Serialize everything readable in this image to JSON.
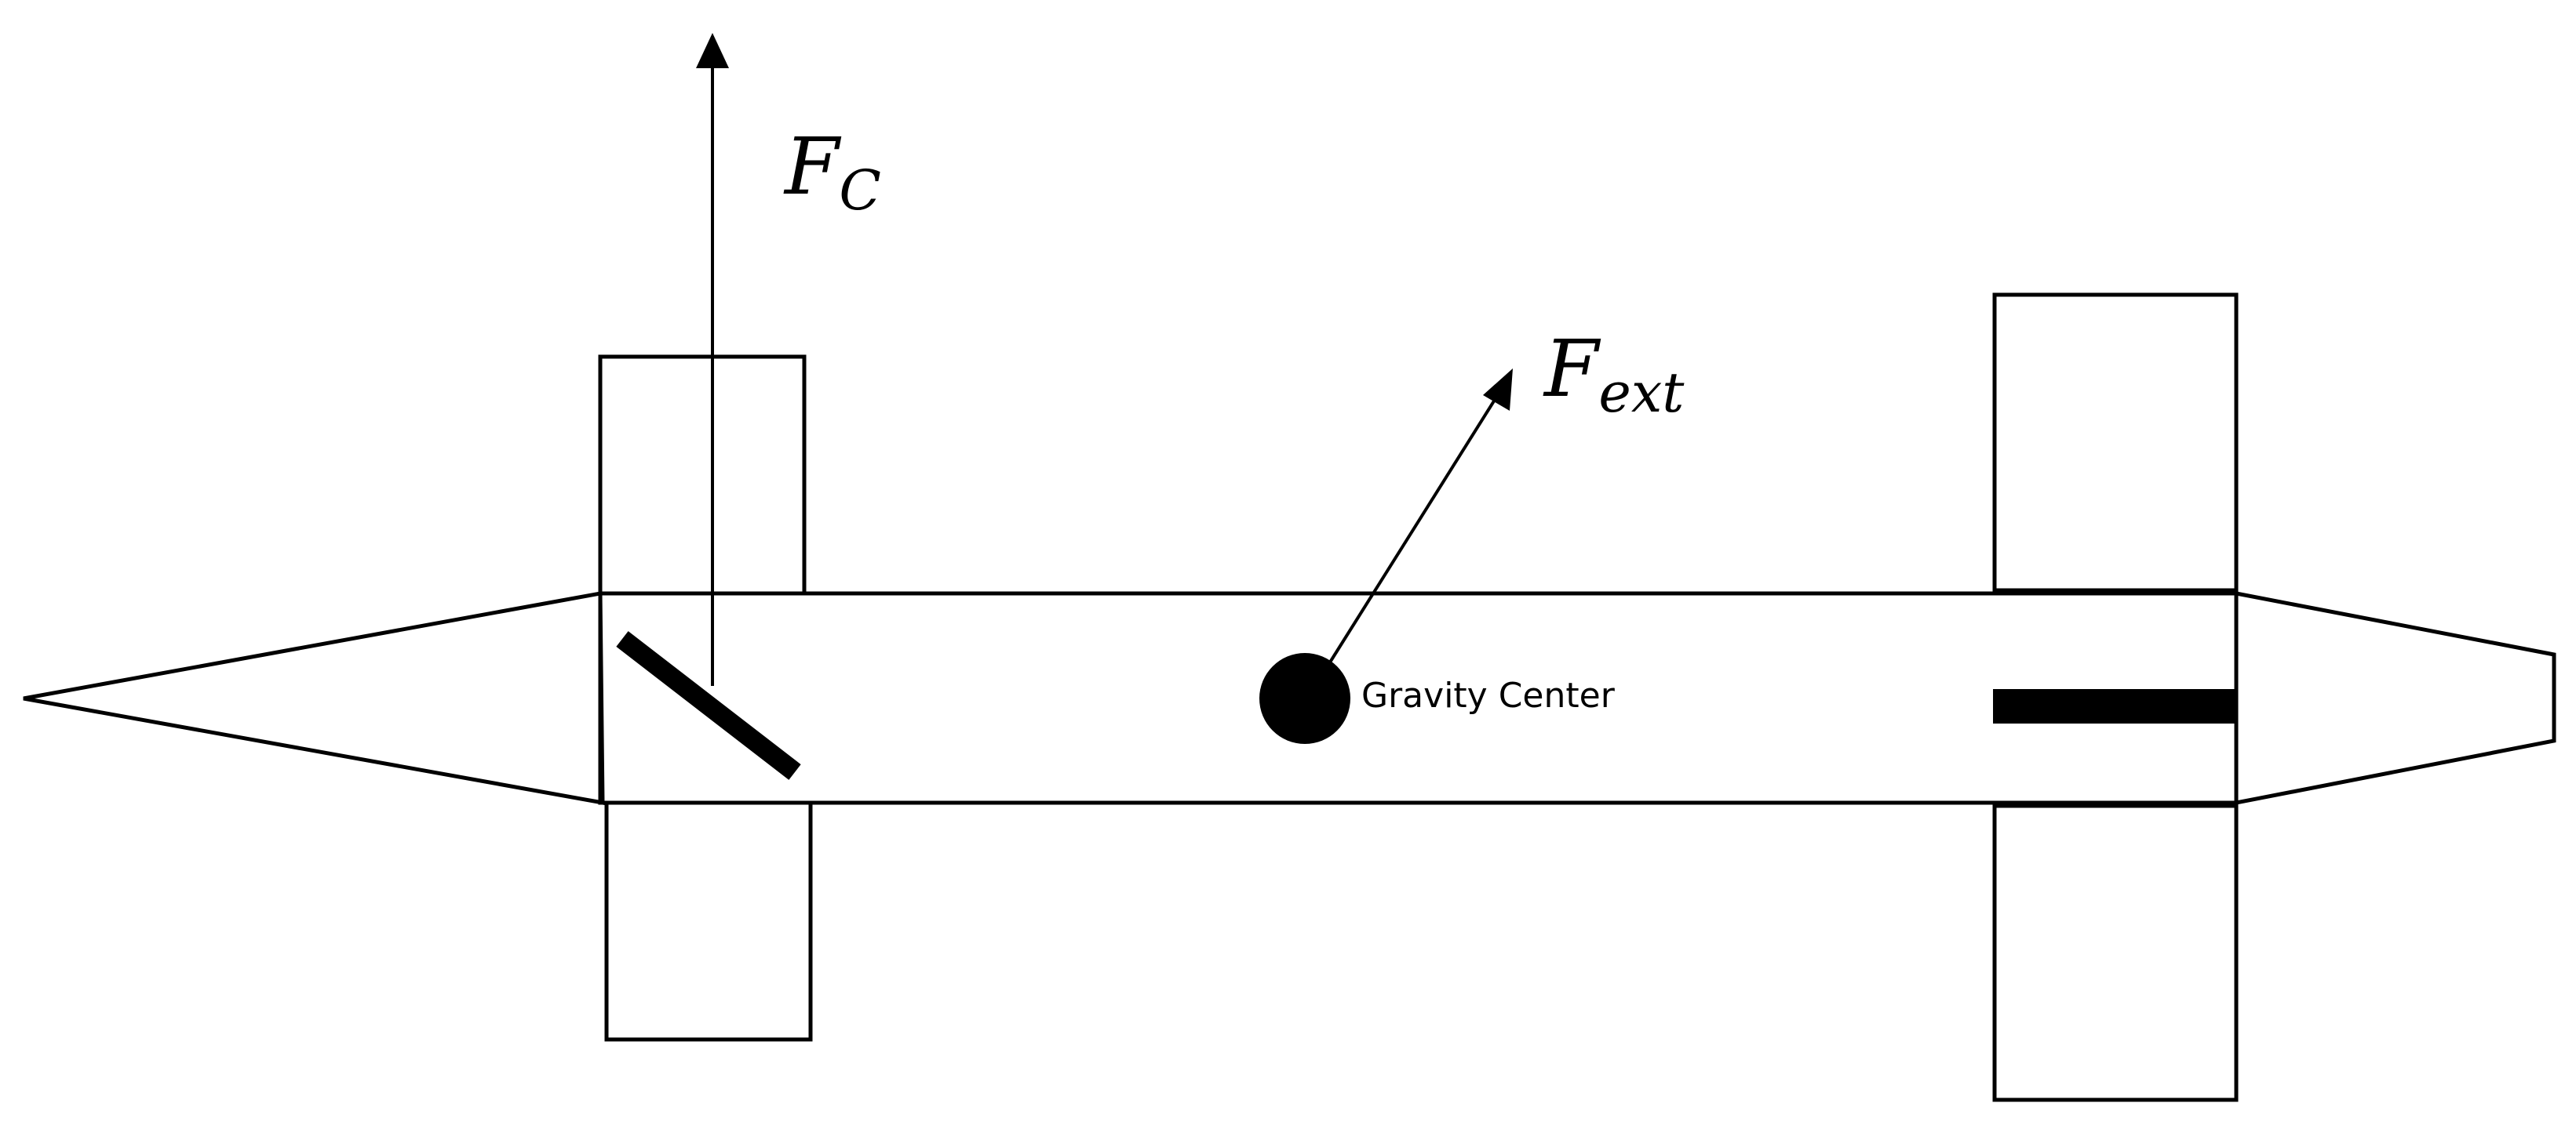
{
  "labels": {
    "force_c_main": "F",
    "force_c_sub": "C",
    "force_ext_main": "F",
    "force_ext_sub": "ext",
    "gravity_center": "Gravity Center"
  }
}
